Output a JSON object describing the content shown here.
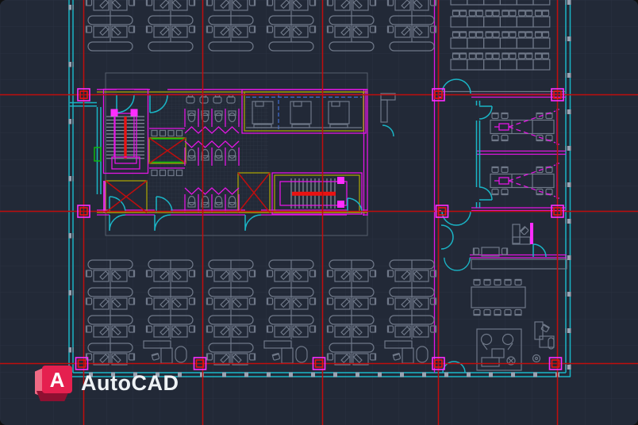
{
  "logo": {
    "letter": "A",
    "label": "AutoCAD"
  },
  "canvas": {
    "background": "#222937",
    "colors": {
      "background": "#222937",
      "grid": "#2b3444",
      "axis_red": "#c00d0d",
      "axis_red_bright": "#ea1212",
      "shell_cyan": "#1ab5c6",
      "partition_magenta": "#e316e3",
      "magenta_bright": "#ff2dff",
      "furniture_gray": "#6f7888",
      "furniture_light": "#9aa3b2",
      "boundary_gray": "#565e6c",
      "wall_yellow": "#b1a900",
      "accent_green": "#0bc00b",
      "reference_blue": "#3f6fd4",
      "logo_red": "#e5204f",
      "logo_red_light": "#ef6a84",
      "logo_red_dark": "#8e1031",
      "logo_text": "#eef2f5"
    }
  },
  "drawing": {
    "type": "architectural-floor-plan",
    "elements": [
      "structural-grid-axes",
      "grip-markers",
      "curtain-wall-shell",
      "open-office-workstations-north",
      "open-office-workstations-south",
      "building-core",
      "restroom-stalls",
      "stairwell-west",
      "stairwell-east",
      "elevators",
      "training-room",
      "meeting-room-upper",
      "meeting-room-lower",
      "private-office",
      "conference-table",
      "lounge-area"
    ]
  }
}
